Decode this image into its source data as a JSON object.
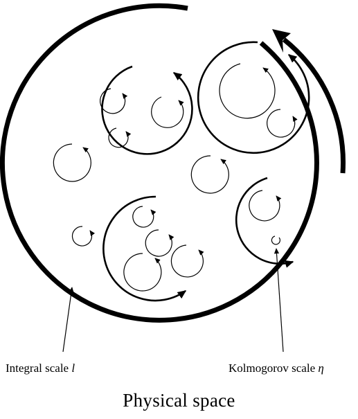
{
  "labels": {
    "integral_scale": "Integral scale",
    "integral_symbol": "l",
    "kolmogorov_scale": "Kolmogorov scale",
    "kolmogorov_symbol": "η"
  },
  "caption": "Physical space"
}
